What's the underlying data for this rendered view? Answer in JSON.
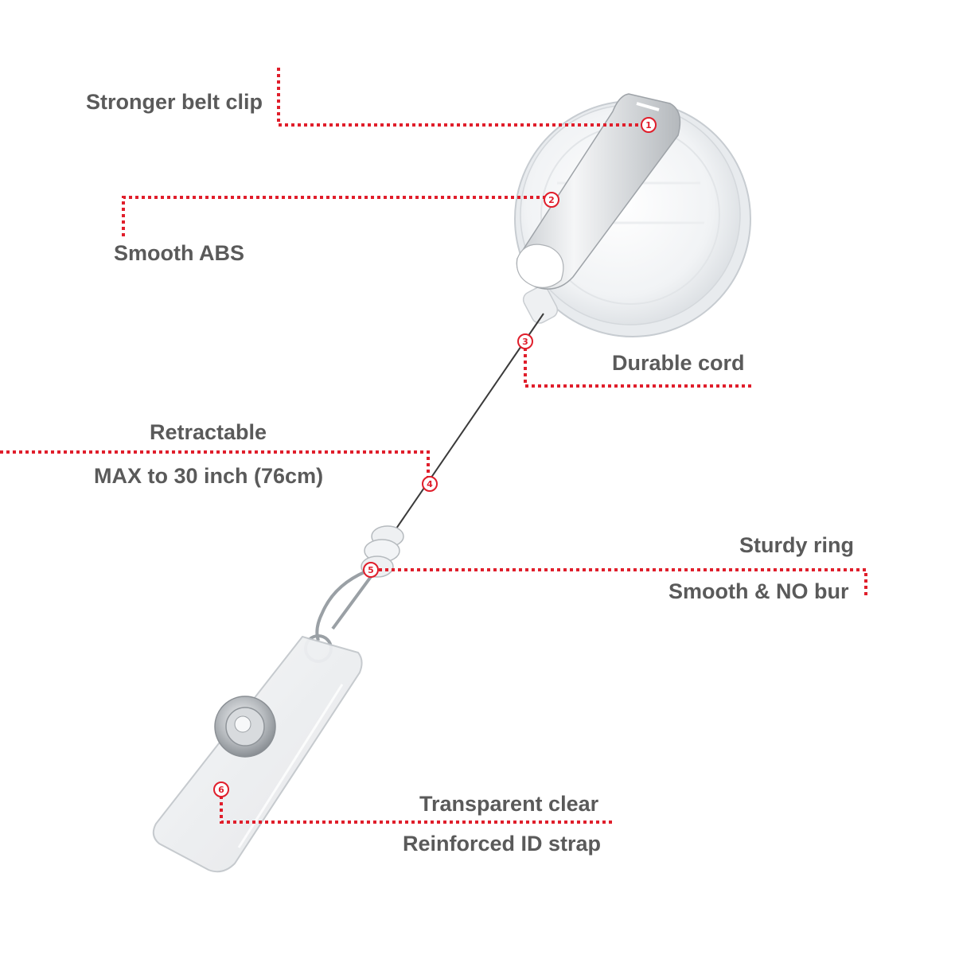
{
  "colors": {
    "accent": "#e01e2b",
    "label_text": "#5a5a5a",
    "background": "#ffffff"
  },
  "callouts": [
    {
      "number": "1",
      "lines": [
        "Stronger belt clip"
      ]
    },
    {
      "number": "2",
      "lines": [
        "Smooth ABS"
      ]
    },
    {
      "number": "3",
      "lines": [
        "Durable cord"
      ]
    },
    {
      "number": "4",
      "lines": [
        "Retractable",
        "MAX to 30 inch (76cm)"
      ]
    },
    {
      "number": "5",
      "lines": [
        "Sturdy ring",
        "Smooth & NO bur"
      ]
    },
    {
      "number": "6",
      "lines": [
        "Transparent clear",
        "Reinforced ID strap"
      ]
    }
  ]
}
